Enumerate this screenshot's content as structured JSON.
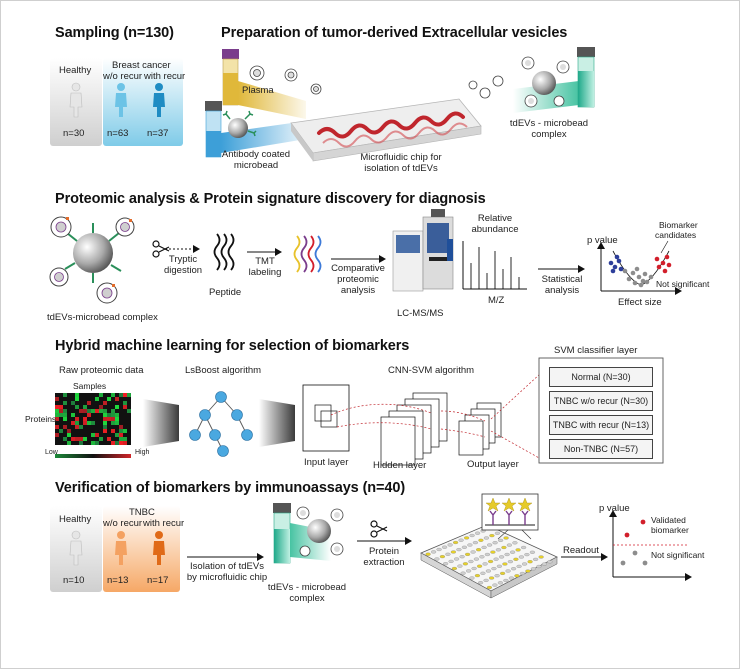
{
  "sections": {
    "sampling": "Sampling (n=130)",
    "preparation": "Preparation of tumor-derived Extracellular vesicles",
    "proteomic": "Proteomic analysis & Protein signature discovery for diagnosis",
    "hybrid": "Hybrid machine learning for selection of biomarkers",
    "verification": "Verification of biomarkers by immunoassays (n=40)"
  },
  "sampling": {
    "healthy": "Healthy",
    "cancer": "Breast cancer",
    "wo_recur": "w/o recur",
    "with_recur": "with recur",
    "n_healthy": "n=30",
    "n_wo": "n=63",
    "n_with": "n=37"
  },
  "preparation": {
    "plasma": "Plasma",
    "microbead_1": "Antibody coated",
    "microbead_2": "microbead",
    "chip_1": "Microfluidic chip for",
    "chip_2": "isolation of tdEVs",
    "complex_1": "tdEVs - microbead",
    "complex_2": "complex"
  },
  "proteomic": {
    "complex": "tdEVs-microbead complex",
    "tryptic_1": "Tryptic",
    "tryptic_2": "digestion",
    "peptide": "Peptide",
    "tmt_1": "TMT",
    "tmt_2": "labeling",
    "comp_1": "Comparative",
    "comp_2": "proteomic",
    "comp_3": "analysis",
    "lcms": "LC-MS/MS",
    "rel_1": "Relative",
    "rel_2": "abundance",
    "mz": "M/Z",
    "stat_1": "Statistical",
    "stat_2": "analysis",
    "pvalue": "p value",
    "effect": "Effect size",
    "biomarker_1": "Biomarker",
    "biomarker_2": "candidates",
    "notsig": "Not significant"
  },
  "hybrid": {
    "raw": "Raw proteomic data",
    "samples": "Samples",
    "proteins": "Proteins",
    "low": "Low",
    "high": "High",
    "lsboost": "LsBoost algorithm",
    "cnn": "CNN-SVM algorithm",
    "input": "Input layer",
    "hidden": "Hidden layer",
    "output": "Output layer",
    "svm_title": "SVM classifier layer",
    "svm_rows": [
      "Normal (N=30)",
      "TNBC w/o recur (N=30)",
      "TNBC with recur (N=13)",
      "Non-TNBC (N=57)"
    ]
  },
  "verification": {
    "healthy": "Healthy",
    "tnbc": "TNBC",
    "wo_recur": "w/o recur",
    "with_recur": "with recur",
    "n_healthy": "n=10",
    "n_wo": "n=13",
    "n_with": "n=17",
    "iso_1": "Isolation of tdEVs",
    "iso_2": "by microfluidic chip",
    "complex_1": "tdEVs - microbead",
    "complex_2": "complex",
    "prot_1": "Protein",
    "prot_2": "extraction",
    "readout": "Readout",
    "pvalue": "p value",
    "validated_1": "Validated",
    "validated_2": "biomarker",
    "notsig": "Not significant"
  },
  "colors": {
    "healthy_bg": "#d9d9d9",
    "sampling_blue": "#8fd2ec",
    "verify_orange": "#f6b07a",
    "plasma": "#e0b83a",
    "green_tube": "#4fc7a7",
    "blue_tube": "#3d9fd8",
    "chip_red": "#c0262d",
    "red_dot": "#d21f2b",
    "blue_dot": "#2d3e9a"
  }
}
